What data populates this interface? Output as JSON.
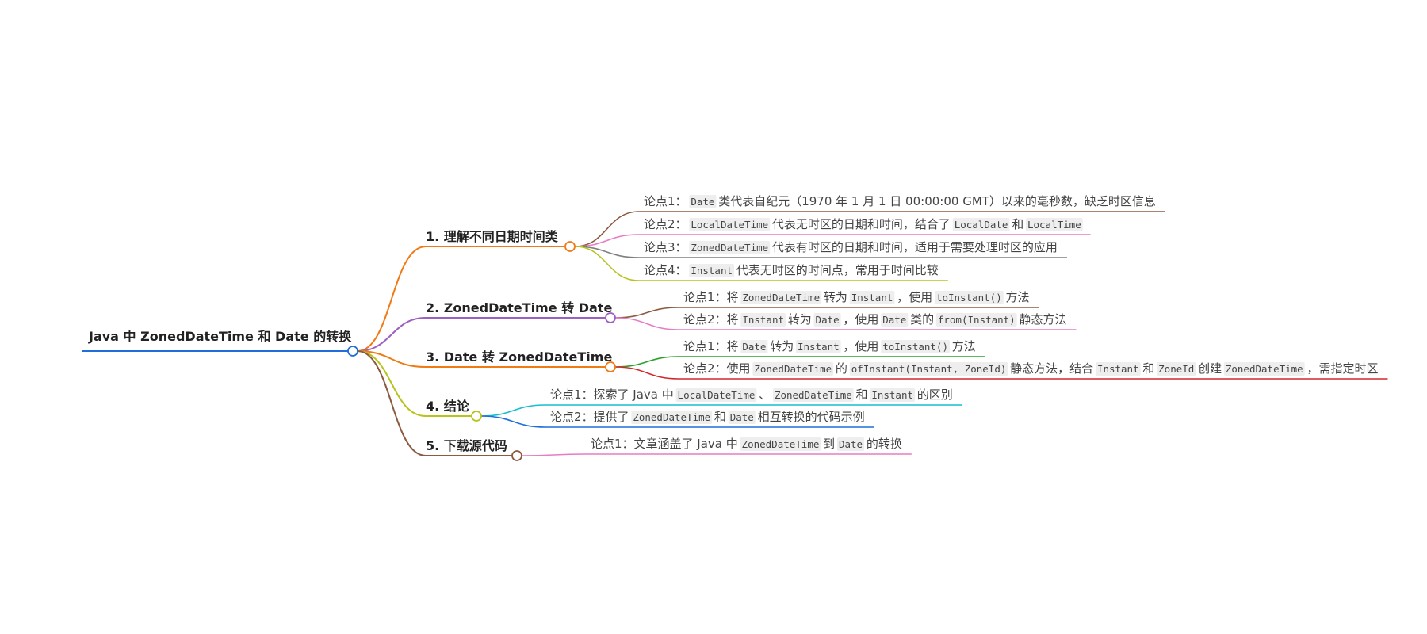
{
  "root": {
    "label": "Java 中 ZonedDateTime 和 Date 的转换",
    "color": "#1e6fd9"
  },
  "branches": [
    {
      "title": "1. 理解不同日期时间类",
      "color": "#f07a14",
      "leaves": [
        {
          "color": "#8b5a40",
          "parts": [
            {
              "t": "论点1：  "
            },
            {
              "c": "Date"
            },
            {
              "t": " 类代表自纪元（1970 年 1 月 1 日 00:00:00 GMT）以来的毫秒数，缺乏时区信息"
            }
          ]
        },
        {
          "color": "#e87bc4",
          "parts": [
            {
              "t": "论点2：  "
            },
            {
              "c": "LocalDateTime"
            },
            {
              "t": " 代表无时区的日期和时间，结合了 "
            },
            {
              "c": "LocalDate"
            },
            {
              "t": " 和 "
            },
            {
              "c": "LocalTime"
            }
          ]
        },
        {
          "color": "#7f7f7f",
          "parts": [
            {
              "t": "论点3：  "
            },
            {
              "c": "ZonedDateTime"
            },
            {
              "t": " 代表有时区的日期和时间，适用于需要处理时区的应用"
            }
          ]
        },
        {
          "color": "#b8c41d",
          "parts": [
            {
              "t": "论点4：  "
            },
            {
              "c": "Instant"
            },
            {
              "t": " 代表无时区的时间点，常用于时间比较"
            }
          ]
        }
      ]
    },
    {
      "title": "2. ZonedDateTime 转 Date",
      "color": "#9d5fc4",
      "leaves": [
        {
          "color": "#8b5a40",
          "parts": [
            {
              "t": "论点1：将 "
            },
            {
              "c": "ZonedDateTime"
            },
            {
              "t": " 转为 "
            },
            {
              "c": "Instant"
            },
            {
              "t": " ，使用 "
            },
            {
              "c": "toInstant()"
            },
            {
              "t": " 方法"
            }
          ]
        },
        {
          "color": "#e87bc4",
          "parts": [
            {
              "t": "论点2：将 "
            },
            {
              "c": "Instant"
            },
            {
              "t": " 转为 "
            },
            {
              "c": "Date"
            },
            {
              "t": " ，使用 "
            },
            {
              "c": "Date"
            },
            {
              "t": " 类的 "
            },
            {
              "c": "from(Instant)"
            },
            {
              "t": " 静态方法"
            }
          ]
        }
      ]
    },
    {
      "title": "3. Date 转 ZonedDateTime",
      "color": "#f07a14",
      "leaves": [
        {
          "color": "#2ca02c",
          "parts": [
            {
              "t": "论点1：将 "
            },
            {
              "c": "Date"
            },
            {
              "t": " 转为 "
            },
            {
              "c": "Instant"
            },
            {
              "t": " ，使用 "
            },
            {
              "c": "toInstant()"
            },
            {
              "t": " 方法"
            }
          ]
        },
        {
          "color": "#d62728",
          "parts": [
            {
              "t": "论点2：使用 "
            },
            {
              "c": "ZonedDateTime"
            },
            {
              "t": " 的 "
            },
            {
              "c": "ofInstant(Instant, ZoneId)"
            },
            {
              "t": " 静态方法，结合 "
            },
            {
              "c": "Instant"
            },
            {
              "t": " 和 "
            },
            {
              "c": "ZoneId"
            },
            {
              "t": " 创建 "
            },
            {
              "c": "ZonedDateTime"
            },
            {
              "t": " ，需指定时区"
            }
          ]
        }
      ]
    },
    {
      "title": "4. 结论",
      "color": "#b8c41d",
      "leaves": [
        {
          "color": "#17becf",
          "parts": [
            {
              "t": "论点1：探索了 Java 中 "
            },
            {
              "c": "LocalDateTime"
            },
            {
              "t": " 、 "
            },
            {
              "c": "ZonedDateTime"
            },
            {
              "t": " 和 "
            },
            {
              "c": "Instant"
            },
            {
              "t": " 的区别"
            }
          ]
        },
        {
          "color": "#1e6fd9",
          "parts": [
            {
              "t": "论点2：提供了 "
            },
            {
              "c": "ZonedDateTime"
            },
            {
              "t": " 和 "
            },
            {
              "c": "Date"
            },
            {
              "t": " 相互转换的代码示例"
            }
          ]
        }
      ]
    },
    {
      "title": "5. 下载源代码",
      "color": "#8b5a40",
      "leaves": [
        {
          "color": "#e87bc4",
          "parts": [
            {
              "t": "论点1：文章涵盖了 Java 中 "
            },
            {
              "c": "ZonedDateTime"
            },
            {
              "t": " 到 "
            },
            {
              "c": "Date"
            },
            {
              "t": " 的转换"
            }
          ]
        }
      ]
    }
  ]
}
